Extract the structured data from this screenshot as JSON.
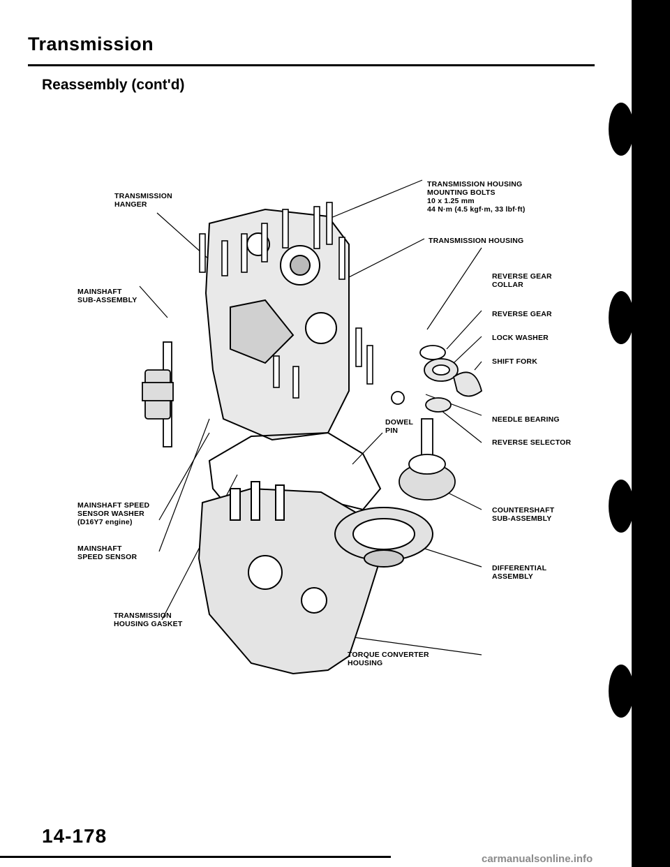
{
  "header": {
    "title": "Transmission",
    "subtitle": "Reassembly (cont'd)"
  },
  "labels": {
    "transmission_hanger": "TRANSMISSION\nHANGER",
    "mounting_bolts": "TRANSMISSION HOUSING\nMOUNTING BOLTS\n10 x 1.25 mm\n44 N·m (4.5 kgf·m, 33 lbf·ft)",
    "transmission_housing": "TRANSMISSION HOUSING",
    "reverse_gear_collar": "REVERSE GEAR\nCOLLAR",
    "mainshaft_sub_assembly": "MAINSHAFT\nSUB-ASSEMBLY",
    "reverse_gear": "REVERSE GEAR",
    "lock_washer": "LOCK WASHER",
    "shift_fork": "SHIFT FORK",
    "needle_bearing": "NEEDLE BEARING",
    "dowel_pin": "DOWEL\nPIN",
    "reverse_selector": "REVERSE SELECTOR",
    "speed_sensor_washer": "MAINSHAFT SPEED\nSENSOR WASHER\n(D16Y7 engine)",
    "countershaft_sub_assembly": "COUNTERSHAFT\nSUB-ASSEMBLY",
    "mainshaft_speed_sensor": "MAINSHAFT\nSPEED SENSOR",
    "differential_assembly": "DIFFERENTIAL\nASSEMBLY",
    "housing_gasket": "TRANSMISSION\nHOUSING GASKET",
    "torque_converter_housing": "TORQUE CONVERTER\nHOUSING"
  },
  "footer": {
    "page_number": "14-178",
    "watermark": "carmanualsonline.info"
  }
}
